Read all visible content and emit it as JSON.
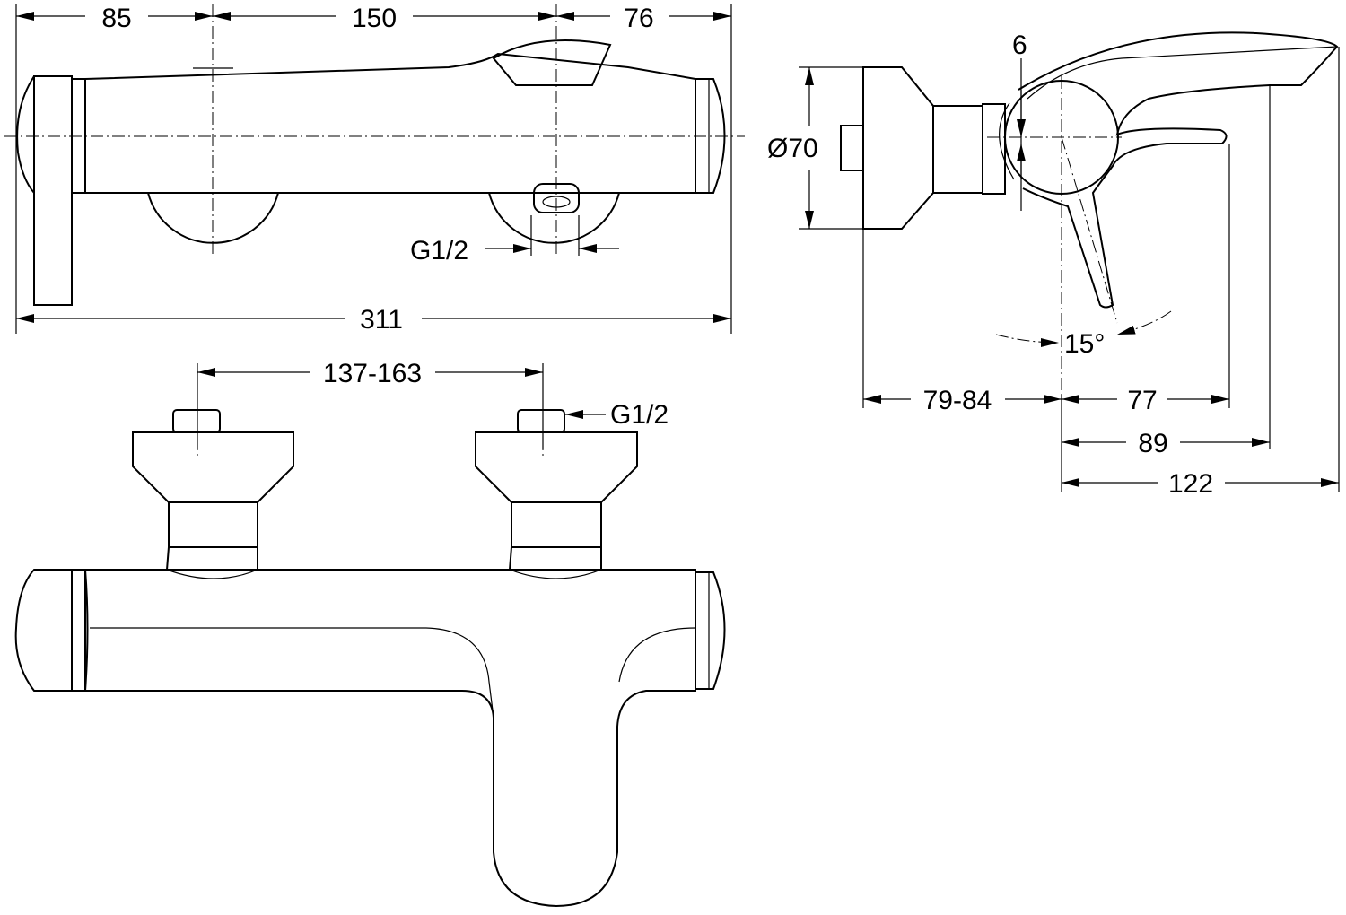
{
  "top_view": {
    "dim_left": "85",
    "dim_middle": "150",
    "dim_right": "76",
    "outlet_thread": "G1/2",
    "overall_length": "311"
  },
  "front_view": {
    "connector_spacing": "137-163",
    "connector_thread": "G1/2"
  },
  "side_view": {
    "offset": "6",
    "plate_diameter": "Ø70",
    "lever_angle": "15°",
    "wall_depth": "79-84",
    "dim_77": "77",
    "dim_89": "89",
    "dim_122": "122"
  }
}
